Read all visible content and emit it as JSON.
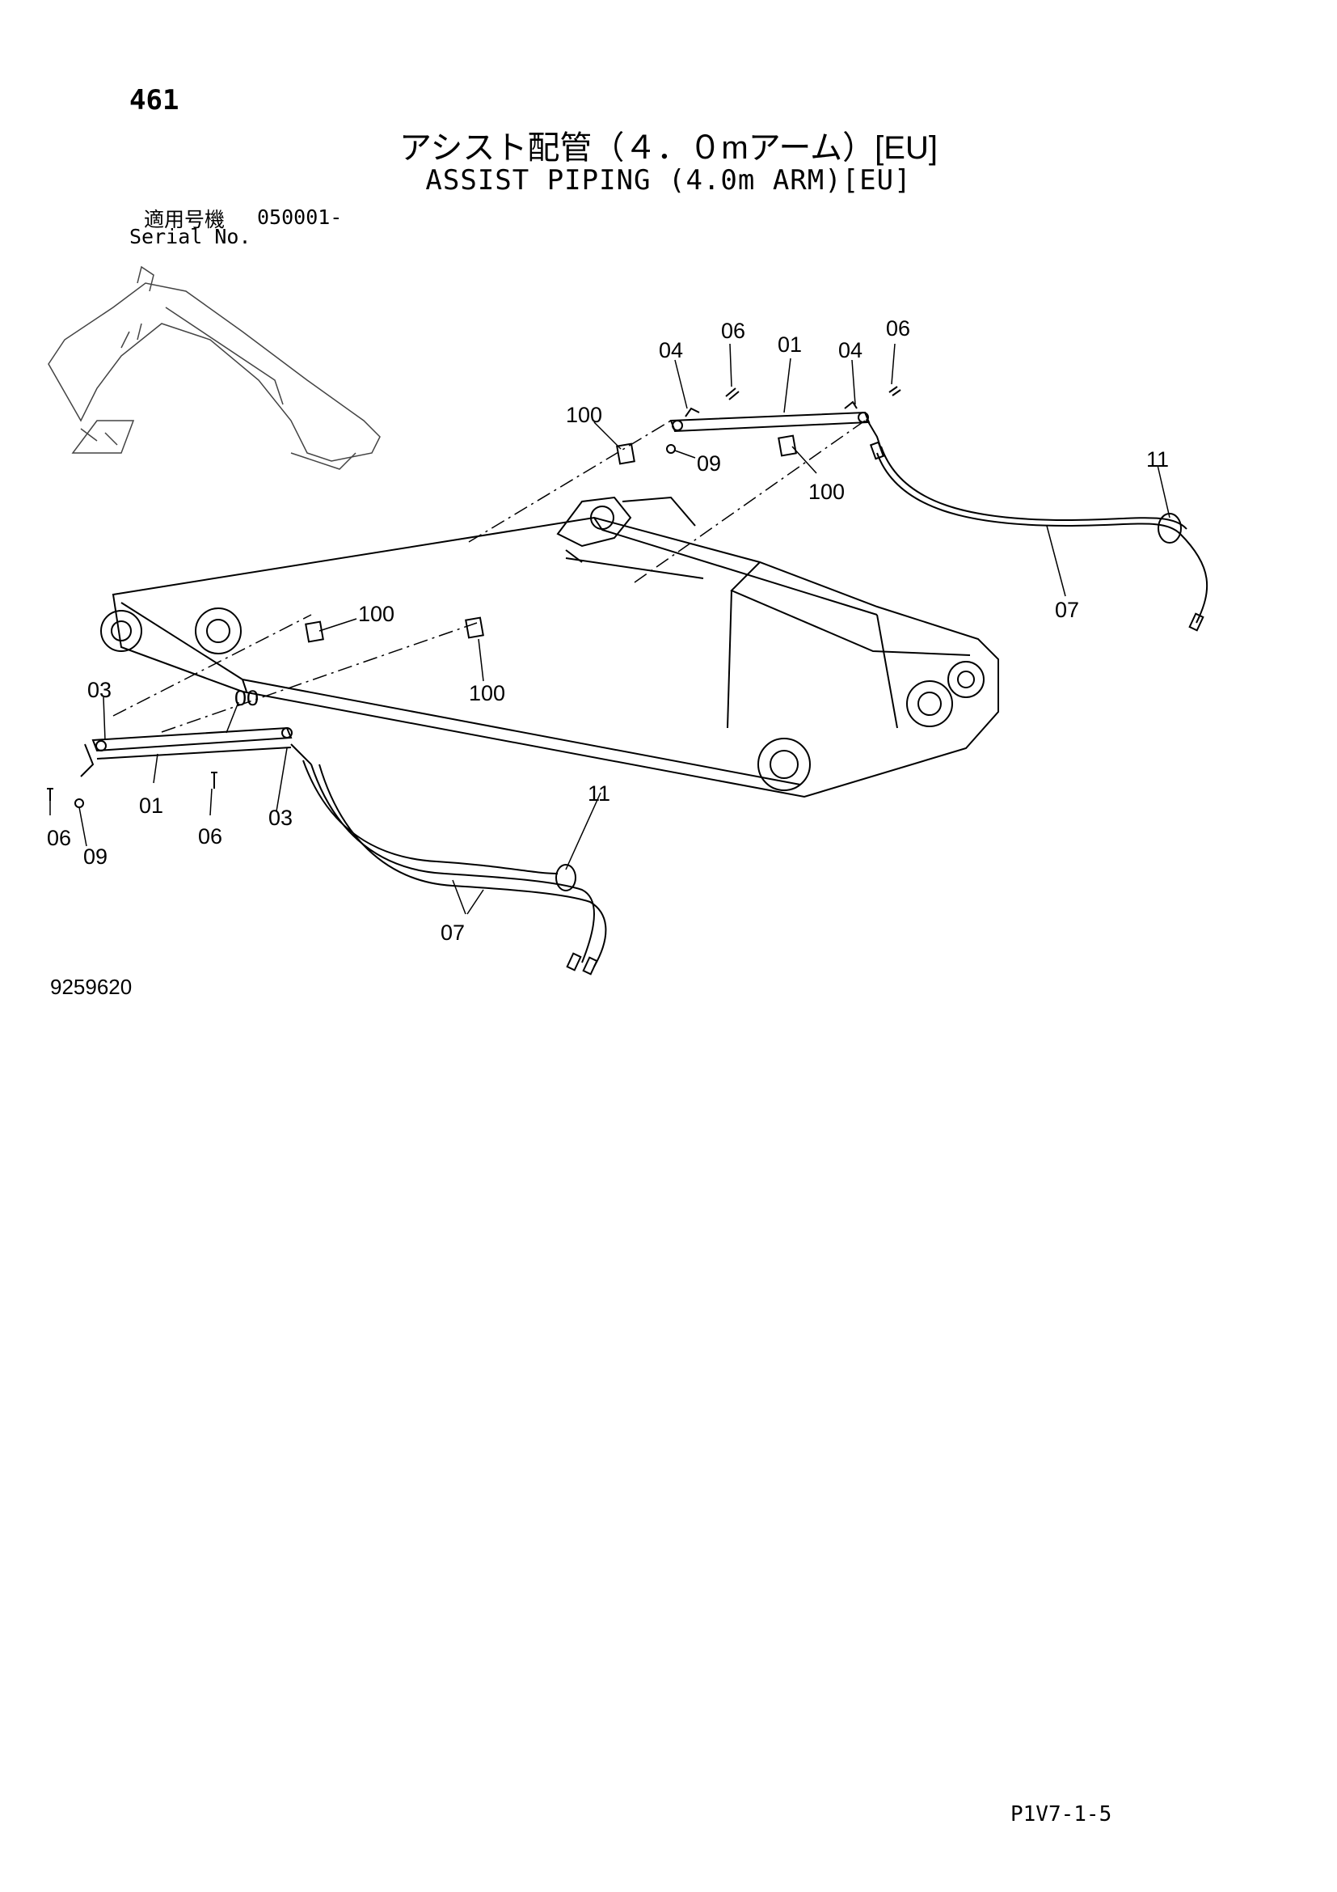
{
  "header": {
    "page_number": "461",
    "title_jp": "アシスト配管（４．０mアーム）[EU]",
    "title_en": "ASSIST PIPING (4.0m ARM)[EU]",
    "serial_label_jp": "適用号機",
    "serial_value": "050001-",
    "serial_label_en": "Serial No."
  },
  "callouts": {
    "top_06_a": "06",
    "top_04_a": "04",
    "top_01": "01",
    "top_04_b": "04",
    "top_06_b": "06",
    "top_100_a": "100",
    "top_09": "09",
    "top_100_b": "100",
    "right_11": "11",
    "right_07": "07",
    "mid_100_a": "100",
    "mid_100_b": "100",
    "left_03_a": "03",
    "left_00": "00",
    "left_01": "01",
    "left_06_a": "06",
    "left_09": "09",
    "left_06_b": "06",
    "left_03_b": "03",
    "bottom_11": "11",
    "bottom_07": "07"
  },
  "footer": {
    "figure_number": "9259620",
    "page_code": "P1V7-1-5"
  }
}
